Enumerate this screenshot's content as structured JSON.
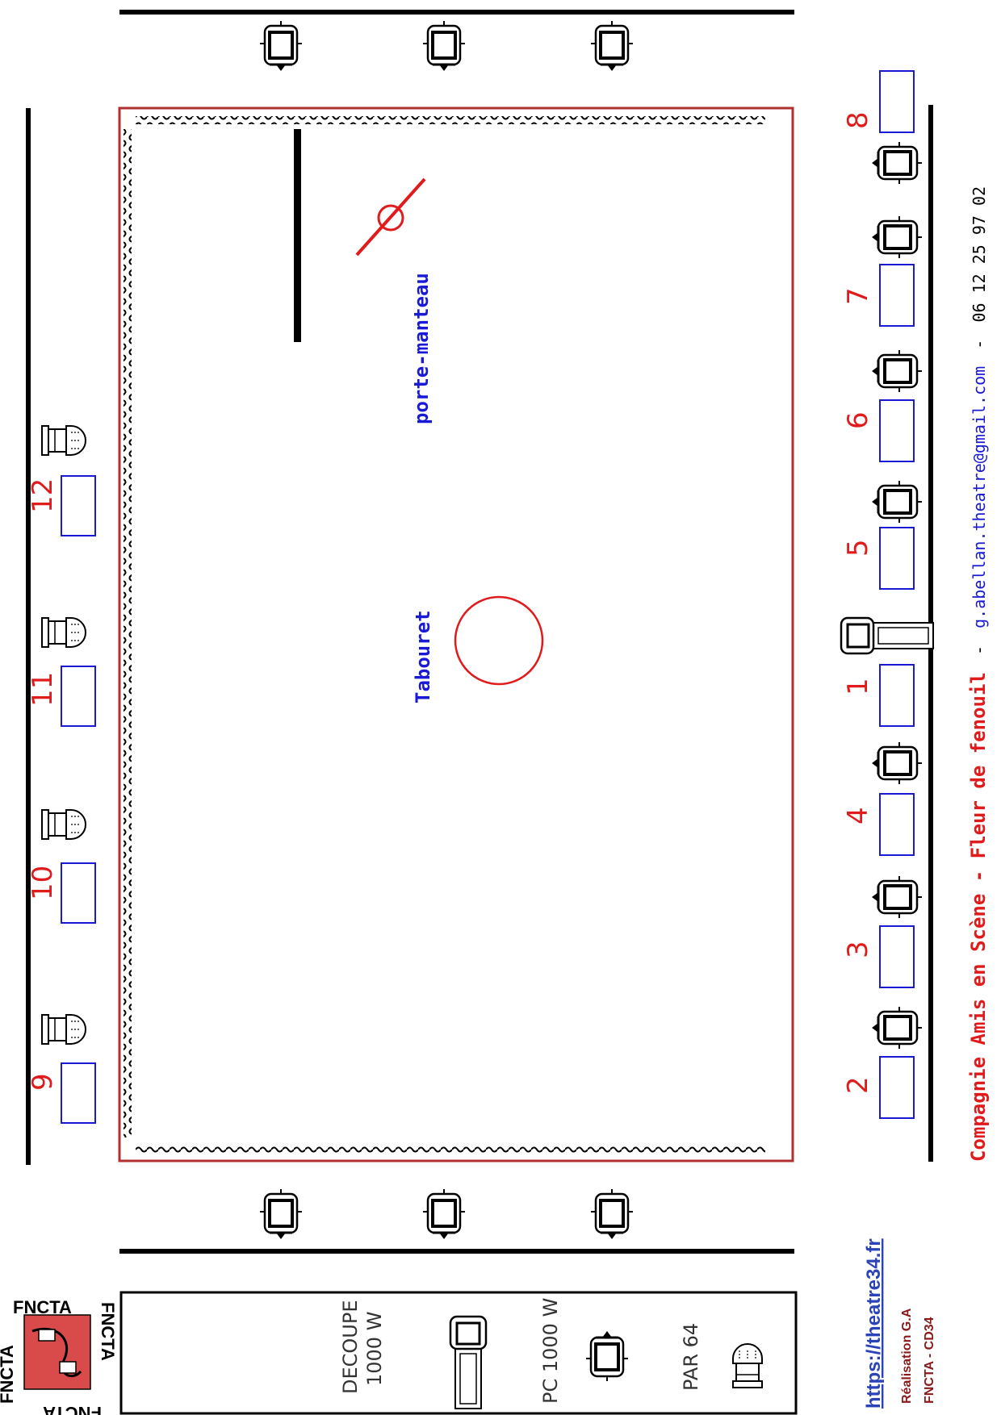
{
  "stage": {
    "channels": [
      "1",
      "2",
      "3",
      "4",
      "5",
      "6",
      "7",
      "8",
      "9",
      "10",
      "11",
      "12"
    ],
    "props": {
      "coat_rack": "porte-manteau",
      "stool": "Tabouret"
    }
  },
  "legend": {
    "decoupe_line1": "DECOUPE",
    "decoupe_line2": "1000 W",
    "pc": "PC 1000 W",
    "par": "PAR 64"
  },
  "footer": {
    "title": "Compagnie Amis en Scène - Fleur de fenouil",
    "sep1": "-",
    "email": "g.abellan.theatre@gmail.com",
    "sep2": "-",
    "phone": "06 12 25 97 02",
    "website": "https://theatre34.fr",
    "credit1": "Réalisation G.A",
    "credit2": "FNCTA - CD34"
  },
  "logo": {
    "text": "FNCTA"
  },
  "colors": {
    "red": "#e11b1b",
    "blue": "#1a1ad6",
    "stage_border": "#b03030"
  }
}
